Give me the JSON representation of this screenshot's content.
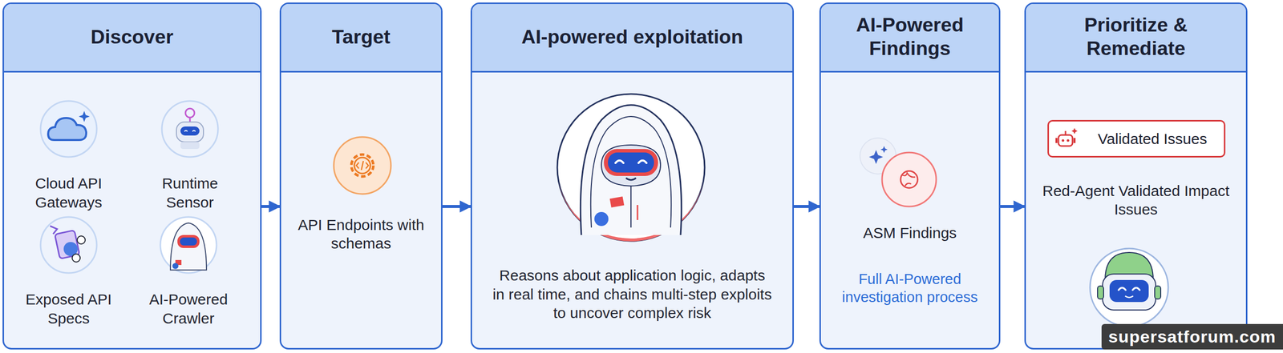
{
  "diagram": {
    "nodes": [
      {
        "text": [
          "Discover"
        ]
      },
      {
        "text": [
          "Cloud API Gateways"
        ],
        "in": 0
      },
      {
        "text": [
          "Runtime Sensor"
        ],
        "in": 0
      },
      {
        "text": [
          "Exposed API Specs"
        ],
        "in": 0
      },
      {
        "text": [
          "AI-Powered Crawler"
        ],
        "in": 0
      },
      {
        "text": [
          "Target",
          "API Endpoints with schemas"
        ]
      },
      {
        "text": [
          "AI-powered exploitation",
          "Reasons about application logic, adapts in real time, and chains multi-step exploits to uncover complex risk"
        ]
      },
      {
        "text": [
          "AI-Powered Findings",
          "ASM Findings",
          "Full AI-Powered investigation process"
        ]
      },
      {
        "text": [
          "Prioritize & Remediate",
          "Red-Agent Validated Impact Issues"
        ]
      },
      {
        "text": [
          "Validated Issues"
        ],
        "in": 8
      }
    ],
    "edges": [
      {
        "from": 0,
        "to": 5,
        "arrow": "to"
      },
      {
        "from": 5,
        "to": 6,
        "arrow": "to"
      },
      {
        "from": 6,
        "to": 7,
        "arrow": "to"
      },
      {
        "from": 7,
        "to": 8,
        "arrow": "to"
      }
    ],
    "labels": [
      "supersatforum.com"
    ]
  }
}
